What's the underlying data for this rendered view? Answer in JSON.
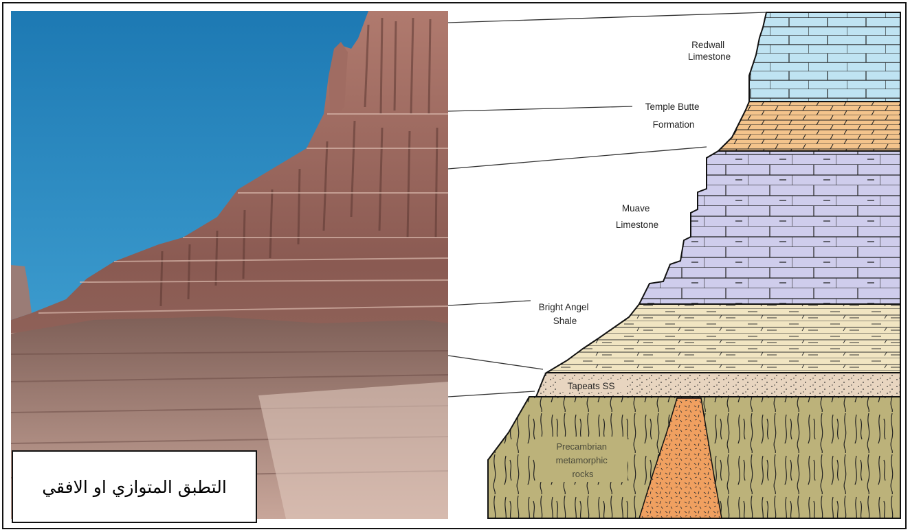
{
  "caption": "التطبق المتوازي او الافقي",
  "layers": [
    {
      "id": "redwall",
      "lines": [
        "Redwall",
        "Limestone"
      ],
      "color": "#bfe3f2"
    },
    {
      "id": "temple-butte",
      "lines": [
        "Temple Butte",
        "Formation"
      ],
      "color": "#f4c48c"
    },
    {
      "id": "muave",
      "lines": [
        "Muave",
        "Limestone"
      ],
      "color": "#cfcdec"
    },
    {
      "id": "bright-angel",
      "lines": [
        "Bright Angel",
        "Shale"
      ],
      "color": "#f1e5c2"
    },
    {
      "id": "tapeats",
      "lines": [
        "Tapeats SS"
      ],
      "color": "#e8d5c0"
    },
    {
      "id": "precambrian",
      "lines": [
        "Precambrian",
        "metamorphic",
        "rocks"
      ],
      "color": "#bcb27a"
    }
  ],
  "intrusion_color": "#f0a060",
  "sky_color": "#2c8fc4"
}
